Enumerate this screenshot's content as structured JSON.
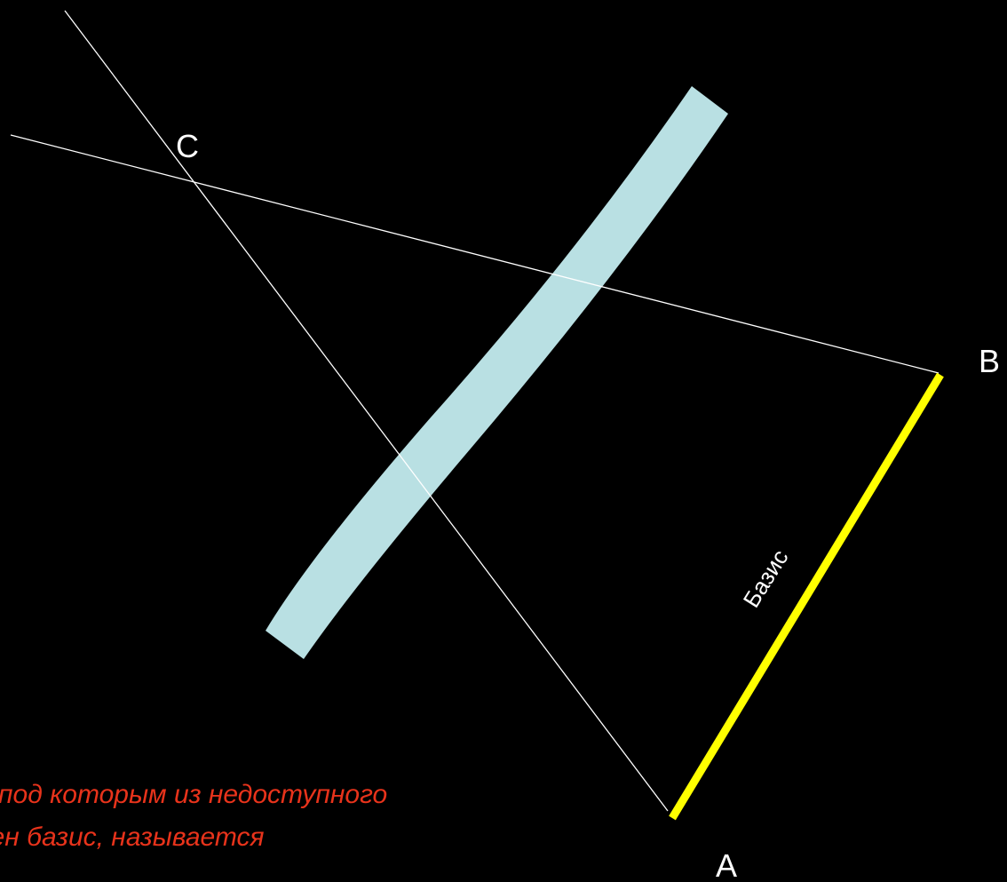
{
  "diagram": {
    "points": {
      "a": "A",
      "b": "B",
      "c": "C"
    },
    "basis_label": "Базис",
    "colors": {
      "background": "#000000",
      "sight_lines": "#ffffff",
      "basis": "#ffff00",
      "river": "#b9e0e3",
      "caption": "#e8331b"
    }
  },
  "caption": {
    "line1": "под которым из недоступного",
    "line2": "ден базис, называется"
  }
}
